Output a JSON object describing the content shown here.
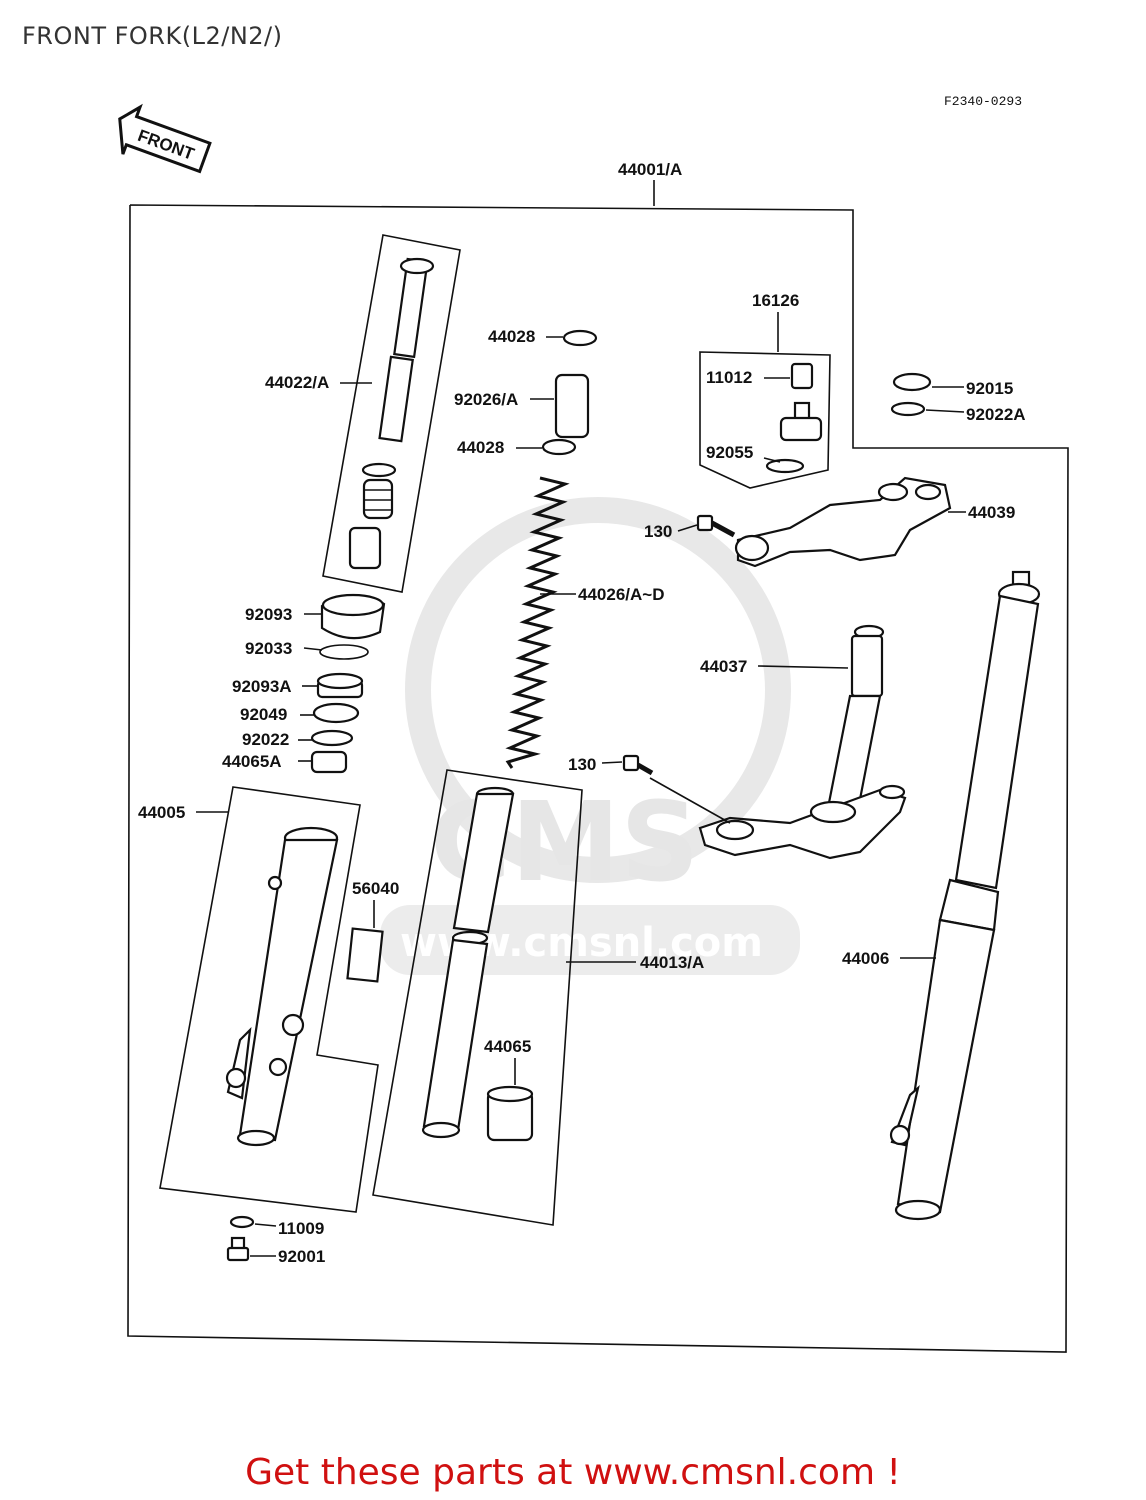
{
  "page": {
    "title": "FRONT FORK(L2/N2/)",
    "diagram_code": "F2340-0293",
    "front_arrow_label": "FRONT",
    "watermark_logo": "CMS",
    "watermark_url": "www.cmsnl.com",
    "footer_link_text": "Get these parts at www.cmsnl.com !"
  },
  "callouts": {
    "c44001": "44001/A",
    "c44022": "44022/A",
    "c44028a": "44028",
    "c92026": "92026/A",
    "c44028b": "44028",
    "c16126": "16126",
    "c11012": "11012",
    "c92055": "92055",
    "c92015": "92015",
    "c92022A_top": "92022A",
    "c44039": "44039",
    "c130a": "130",
    "c44026": "44026/A~D",
    "c44037": "44037",
    "c92093": "92093",
    "c92033": "92033",
    "c92093A": "92093A",
    "c92049": "92049",
    "c92022": "92022",
    "c44065A": "44065A",
    "c130b": "130",
    "c44005": "44005",
    "c56040": "56040",
    "c44013": "44013/A",
    "c44006": "44006",
    "c44065": "44065",
    "c11009": "11009",
    "c92001": "92001"
  },
  "colors": {
    "footer": "#d01010",
    "ink": "#111111",
    "watermark": "#e6e6e6"
  }
}
